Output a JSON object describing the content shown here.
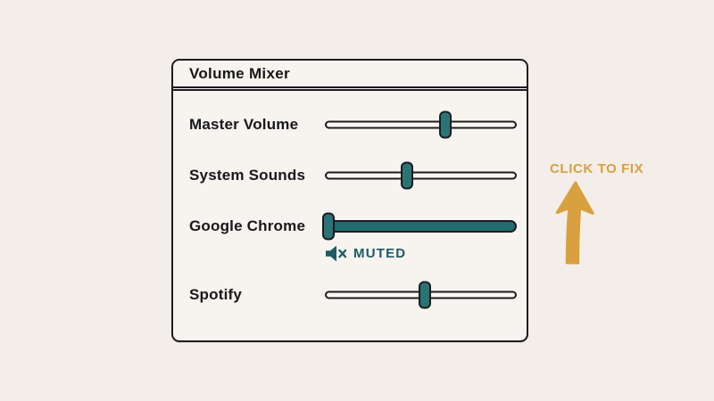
{
  "window": {
    "title": "Volume Mixer",
    "rows": [
      {
        "label": "Master Volume",
        "value_pct": 63,
        "muted": false
      },
      {
        "label": "System Sounds",
        "value_pct": 43,
        "muted": false
      },
      {
        "label": "Google Chrome",
        "value_pct": 2,
        "muted": true,
        "muted_label": "MUTED"
      },
      {
        "label": "Spotify",
        "value_pct": 52,
        "muted": false
      }
    ]
  },
  "annotation": {
    "label": "CLICK TO FIX"
  },
  "icons": {
    "muted_speaker": "speaker-x-icon",
    "arrow": "up-arrow-icon"
  },
  "colors": {
    "background": "#f3eee9",
    "window_fill": "#f7f3ef",
    "outline": "#1c1b1e",
    "teal": "#226b70",
    "teal_handle": "#2a7478",
    "teal_text": "#1d5c63",
    "orange": "#d9a03f"
  }
}
